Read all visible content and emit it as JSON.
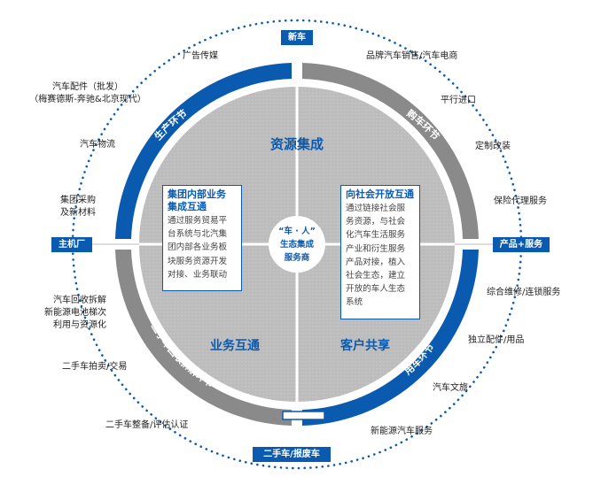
{
  "colors": {
    "blue": "#0a5ab0",
    "gray_ring": "#8a8a8a",
    "disc": "#bcbcbc",
    "box_border": "#0a5ab0",
    "dots": "#0a5ab0"
  },
  "pills": {
    "top": "新车",
    "left": "主机厂",
    "right": "产品+服务",
    "bottom": "二手车/报废车"
  },
  "ring": {
    "production": "生产环节",
    "purchase": "购车环节",
    "recycle": "二手车回收拆解环节",
    "usage": "用车环节"
  },
  "quadrants": {
    "resources": "资源集成",
    "business": "业务互通",
    "customer": "客户共享"
  },
  "center": {
    "line1": "“车 · 人”",
    "line2": "生态集成",
    "line3": "服务商"
  },
  "boxes": {
    "internal_title": "集团内部业务\n集成互通",
    "internal_body": "通过服务贸易平\n台系统与北汽集\n团内部各业务板\n块服务资源开发\n对接、业务联动",
    "external_title": "向社会开放互通",
    "external_body": "通过链接社会服\n务资源，与社会\n化汽车生活服务\n产业和衍生服务\n产品对接，植入\n社会生态，建立\n开放的车人生态\n系统"
  },
  "outer_labels": {
    "ad_media": "广告传媒",
    "auto_parts": "汽车配件（批发）\n（梅赛德斯-奔驰&北京现代）",
    "logistics": "汽车物流",
    "group_purchase": "集团采购\n及新材料",
    "recycle_battery": "汽车回收拆解\n新能源电池梯次\n利用与资源化",
    "used_auction": "二手车拍卖/交易",
    "used_refurb": "二手车整备/评估认证",
    "brand_sales": "品牌汽车销售/汽车电商",
    "parallel_import": "平行进口",
    "custom_mod": "定制改装",
    "insurance": "保险代理服务",
    "repair_chain": "综合维修/连锁服务",
    "parts_supplies": "独立配件/用品",
    "auto_culture": "汽车文旅",
    "new_energy_service": "新能源汽车服务"
  }
}
